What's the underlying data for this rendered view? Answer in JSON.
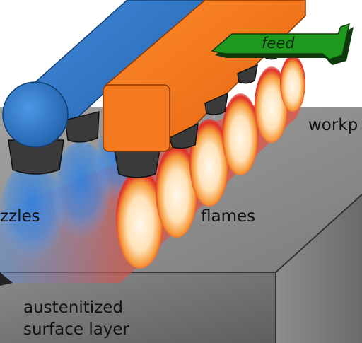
{
  "labels": {
    "feed": "feed",
    "workpiece": "workp",
    "nozzles": "zzles",
    "flames": "flames",
    "layer_line1": "austenitized",
    "layer_line2": "surface layer"
  },
  "colors": {
    "blue_pipe": "#2f77c8",
    "orange_pipe": "#f2761b",
    "nozzle": "#3a3a3a",
    "workpiece_top": "#8f8f8f",
    "workpiece_front": "#6c6c6c",
    "flame_red": "#d8232a",
    "flame_core": "#fff3dc",
    "feed_arrow": "#1f9a1f"
  }
}
